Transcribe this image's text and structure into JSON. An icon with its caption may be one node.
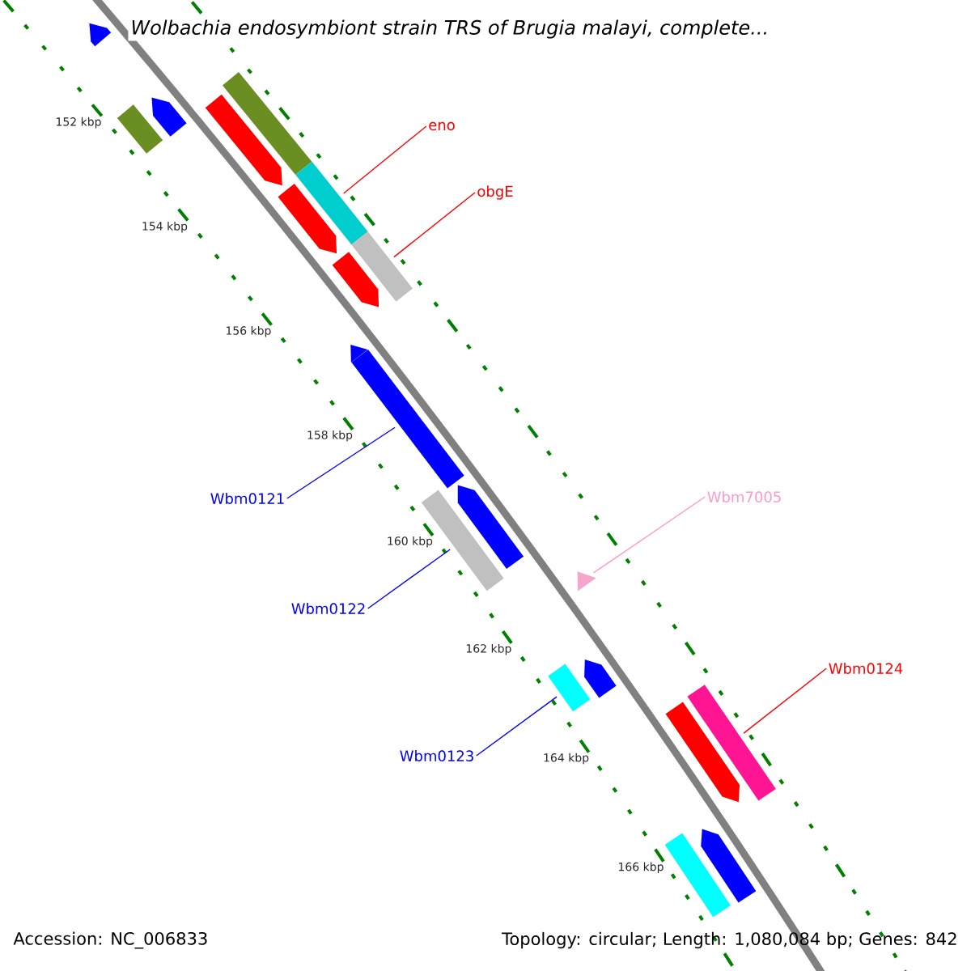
{
  "diagram": {
    "title": "Wolbachia endosymbiont strain TRS of Brugia malayi, complete...",
    "nodes": [
      {
        "text": [
          "eno"
        ]
      },
      {
        "text": [],
        "shape": "bar"
      },
      {
        "text": [
          "obgE"
        ]
      },
      {
        "text": [],
        "shape": "bar"
      },
      {
        "text": [
          "Wbm7005"
        ]
      },
      {
        "text": [],
        "shape": "triangle"
      },
      {
        "text": [
          "Wbm0121"
        ]
      },
      {
        "text": [],
        "shape": "bar"
      },
      {
        "text": [
          "Wbm0122"
        ]
      },
      {
        "text": [],
        "shape": "bar"
      },
      {
        "text": [
          "Wbm0124"
        ]
      },
      {
        "text": [],
        "shape": "bar"
      },
      {
        "text": [
          "Wbm0123"
        ]
      },
      {
        "text": [],
        "shape": "bar"
      }
    ],
    "edges": [
      {
        "from": 0,
        "to": 1,
        "arrow": "none",
        "color": "#ff0000"
      },
      {
        "from": 2,
        "to": 3,
        "arrow": "none",
        "color": "#ff0000"
      },
      {
        "from": 4,
        "to": 5,
        "arrow": "none",
        "color": "#ff99cc"
      },
      {
        "from": 6,
        "to": 7,
        "arrow": "none",
        "color": "#0000ff"
      },
      {
        "from": 8,
        "to": 9,
        "arrow": "none",
        "color": "#0000ff"
      },
      {
        "from": 10,
        "to": 11,
        "arrow": "none",
        "color": "#ff0000"
      },
      {
        "from": 12,
        "to": 13,
        "arrow": "none",
        "color": "#0000ff"
      }
    ],
    "labels": [
      "152 kbp",
      "154 kbp",
      "156 kbp",
      "158 kbp",
      "160 kbp",
      "162 kbp",
      "164 kbp",
      "166 kbp",
      "Accession: NC_006833",
      "Topology: circular; Length: 1,080,084 bp; Genes: 842"
    ]
  }
}
